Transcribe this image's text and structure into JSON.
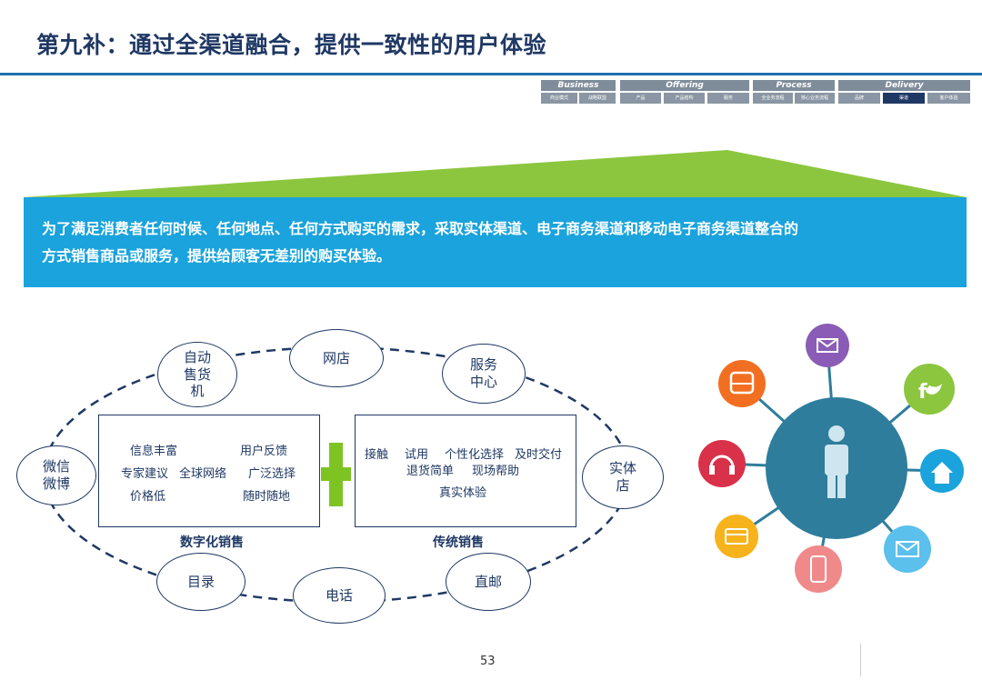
{
  "title": "第九补：通过全渠道融合，提供一致性的用户体验",
  "framework": [
    {
      "head": "Business",
      "items": [
        "商业模式",
        "战略联盟"
      ]
    },
    {
      "head": "Offering",
      "items": [
        "产品",
        "产品结构",
        "服务"
      ]
    },
    {
      "head": "Process",
      "items": [
        "全业务流程",
        "核心业务流程"
      ]
    },
    {
      "head": "Delivery",
      "items": [
        "品牌",
        "渠道",
        "客户体验"
      ],
      "active": "渠道"
    }
  ],
  "banner": {
    "line1": "为了满足消费者任何时候、任何地点、任何方式购买的需求，采取实体渠道、电子商务渠道和移动电子商务渠道整合的",
    "line2": "方式销售商品或服务，提供给顾客无差别的购买体验。"
  },
  "nodes": {
    "vending": "自动\n售货\n机",
    "online_store": "网店",
    "service_center": "服务\n中心",
    "wechat_weibo": "微信\n微博",
    "physical_store": "实体\n店",
    "catalog": "目录",
    "phone": "电话",
    "direct_mail": "直邮"
  },
  "digital": {
    "label": "数字化销售",
    "features": [
      "信息丰富",
      "用户反馈",
      "专家建议",
      "全球网络",
      "广泛选择",
      "价格低",
      "随时随地"
    ]
  },
  "traditional": {
    "label": "传统销售",
    "features": [
      "接触",
      "试用",
      "个性化选择",
      "及时交付",
      "退货简单",
      "现场帮助",
      "真实体验"
    ]
  },
  "social_icons": [
    "person-icon",
    "mail-icon",
    "social-f-t-icon",
    "home-icon",
    "email-icon",
    "mobile-icon",
    "card-icon",
    "headphones-icon",
    "bus-icon"
  ],
  "colors": {
    "title": "#1f3864",
    "rule": "#1f6fae",
    "banner": "#1aa3dc",
    "triangle": "#8cc63f",
    "plus": "#7dc423",
    "hub": "#2e7d9c"
  },
  "page_number": "53"
}
